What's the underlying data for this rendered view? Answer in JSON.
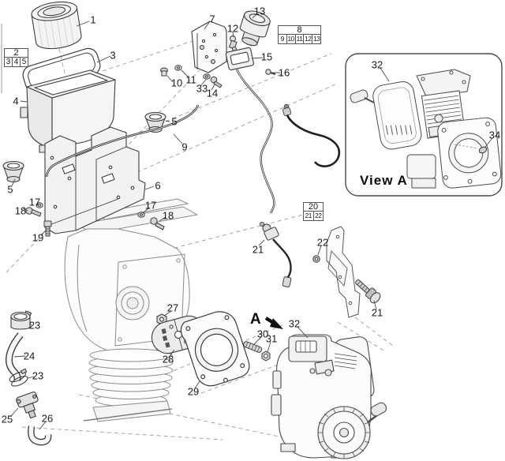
{
  "colors": {
    "ink": "#3c3c3c",
    "machine_ink": "#8a8a8a",
    "phantom": "#9b9b9b",
    "paper": "#ffffff"
  },
  "callouts": {
    "c1": "1",
    "c3": "3",
    "c4": "4",
    "c5a": "5",
    "c5b": "5",
    "c6": "6",
    "c7": "7",
    "c9": "9",
    "c10": "10",
    "c11": "11",
    "c12": "12",
    "c13": "13",
    "c14": "14",
    "c15": "15",
    "c16": "16",
    "c17a": "17",
    "c17b": "17",
    "c18a": "18",
    "c18b": "18",
    "c19": "19",
    "c21a": "21",
    "c21b": "21",
    "c22": "22",
    "c23a": "23",
    "c23b": "23",
    "c24": "24",
    "c25": "25",
    "c26": "26",
    "c27": "27",
    "c28": "28",
    "c29": "29",
    "c30": "30",
    "c31": "31",
    "c32": "32",
    "c33": "33"
  },
  "tables": {
    "box2": {
      "header": "2",
      "cells": [
        "3",
        "4",
        "5"
      ]
    },
    "box8": {
      "header": "8",
      "cells": [
        "9",
        "10",
        "11",
        "12",
        "13"
      ]
    },
    "box20": {
      "header": "20",
      "cells": [
        "21",
        "22"
      ]
    }
  },
  "view_a": {
    "title": "View A",
    "callout_32": "32",
    "callout_34": "34"
  },
  "marker_a": {
    "letter": "A"
  }
}
